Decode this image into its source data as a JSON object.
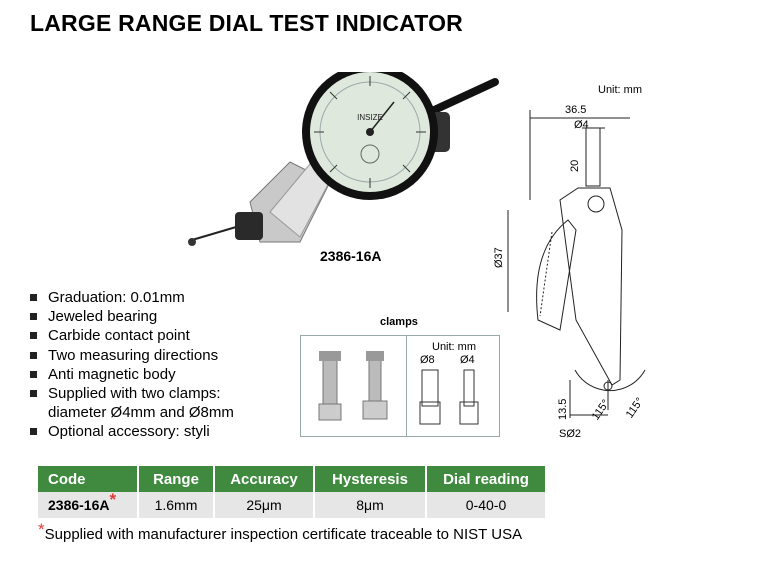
{
  "title": "LARGE RANGE DIAL TEST INDICATOR",
  "model": "2386-16A",
  "dial": {
    "brand": "INSIZE"
  },
  "features": [
    "Graduation: 0.01mm",
    "Jeweled bearing",
    "Carbide contact point",
    "Two measuring directions",
    "Anti magnetic body",
    "Supplied with two clamps:",
    "diameter Ø4mm and Ø8mm",
    "Optional accessory: styli"
  ],
  "clamps": {
    "title": "clamps",
    "unit": "Unit: mm",
    "d8": "Ø8",
    "d4": "Ø4"
  },
  "drawing": {
    "unit": "Unit: mm",
    "width": "36.5",
    "stem_dia": "Ø4",
    "stem_len": "20",
    "dial_dia": "Ø37",
    "tip_len": "13.5",
    "angle_left": "115°",
    "angle_right": "115°",
    "ball": "SØ2"
  },
  "table": {
    "headers": [
      "Code",
      "Range",
      "Accuracy",
      "Hysteresis",
      "Dial reading"
    ],
    "rows": [
      {
        "code": "2386-16A",
        "star": "*",
        "range": "1.6mm",
        "accuracy": "25μm",
        "hysteresis": "8μm",
        "dial_reading": "0-40-0"
      }
    ]
  },
  "footnote": {
    "star": "*",
    "text": "Supplied with manufacturer inspection certificate traceable to NIST USA"
  },
  "colors": {
    "header_green": "#3f8a3f",
    "row_gray": "#e6e6e6",
    "star_red": "#e53935"
  }
}
